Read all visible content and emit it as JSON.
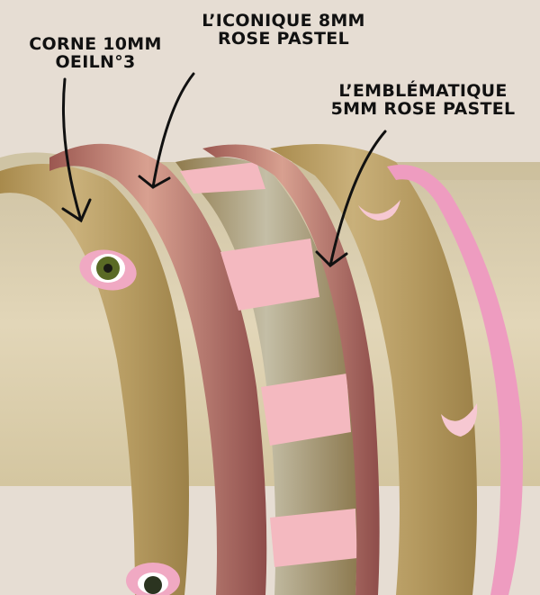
{
  "image": {
    "background_color": "#e6ddd3",
    "subject": "stack of bangles on a wooden display cylinder",
    "colors": {
      "wood": "#dccfae",
      "horn": "#b99a58",
      "horn_light": "#cfc4a4",
      "glitter_rose": "#c98878",
      "pink_pastel": "#f2b3be",
      "pink_bright": "#ee9cc0",
      "eye_green": "#5a6a25",
      "arrow": "#111111"
    }
  },
  "labels": [
    {
      "id": "corne",
      "line1": "CORNE 10MM",
      "line2": "OEILN°3"
    },
    {
      "id": "iconique",
      "line1": "L’ICONIQUE 8MM",
      "line2": "ROSE PASTEL"
    },
    {
      "id": "emblematique",
      "line1": "L’EMBLÉMATIQUE",
      "line2": "5MM ROSE PASTEL"
    }
  ]
}
